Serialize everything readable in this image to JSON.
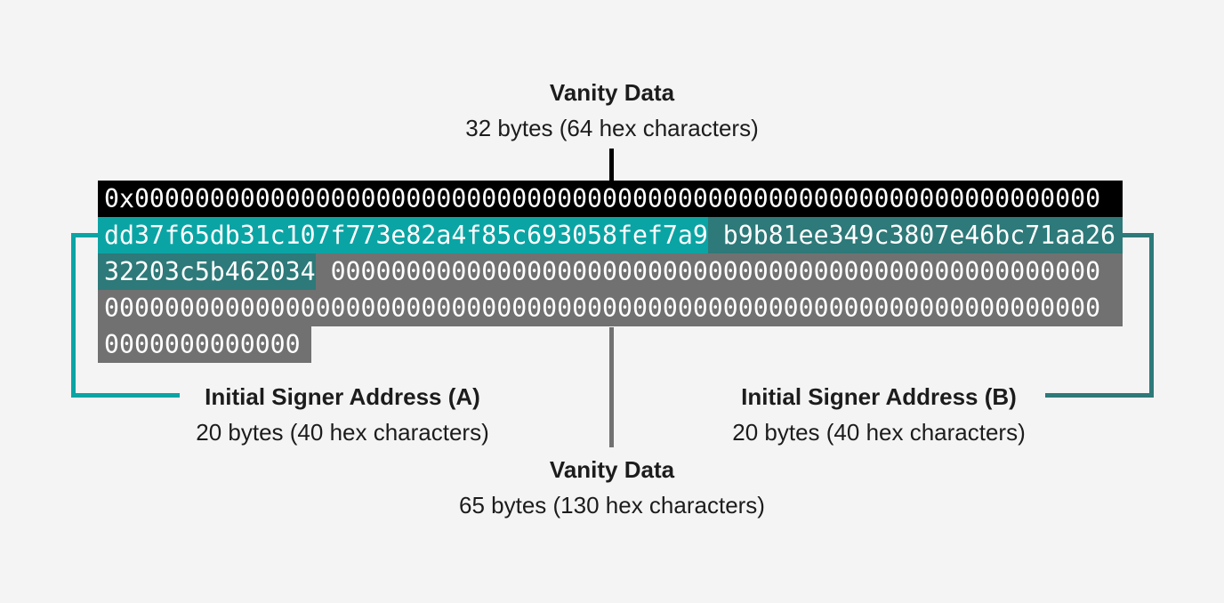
{
  "diagram": {
    "top_label": {
      "title": "Vanity Data",
      "subtitle": "32 bytes (64 hex characters)"
    },
    "signer_a_label": {
      "title": "Initial Signer Address (A)",
      "subtitle": "20 bytes (40 hex characters)"
    },
    "signer_b_label": {
      "title": "Initial Signer Address (B)",
      "subtitle": "20 bytes (40 hex characters)"
    },
    "bottom_label": {
      "title": "Vanity Data",
      "subtitle": "65 bytes (130 hex characters)"
    },
    "hex_rows": {
      "row1_prefix_vanity": "0x0000000000000000000000000000000000000000000000000000000000000000",
      "row2_signer_a": "dd37f65db31c107f773e82a4f85c693058fef7a9",
      "row2_signer_b_part1": " b9b81ee349c3807e46bc71aa26",
      "row3_signer_b_part2": "32203c5b462034",
      "row3_zero_fill": " 000000000000000000000000000000000000000000000000000",
      "row4_zero_fill": "000000000000000000000000000000000000000000000000000000000000000000",
      "row5_zero_fill": "0000000000000"
    },
    "colors": {
      "prefix_row_black": "#000000",
      "signer_a_teal": "#0ba4a4",
      "signer_b_dark_teal": "#2e7979",
      "zero_fill_gray": "#717171",
      "background": "#f4f4f5",
      "label_text": "#1c1c1c",
      "hex_text": "#ffffff"
    }
  }
}
